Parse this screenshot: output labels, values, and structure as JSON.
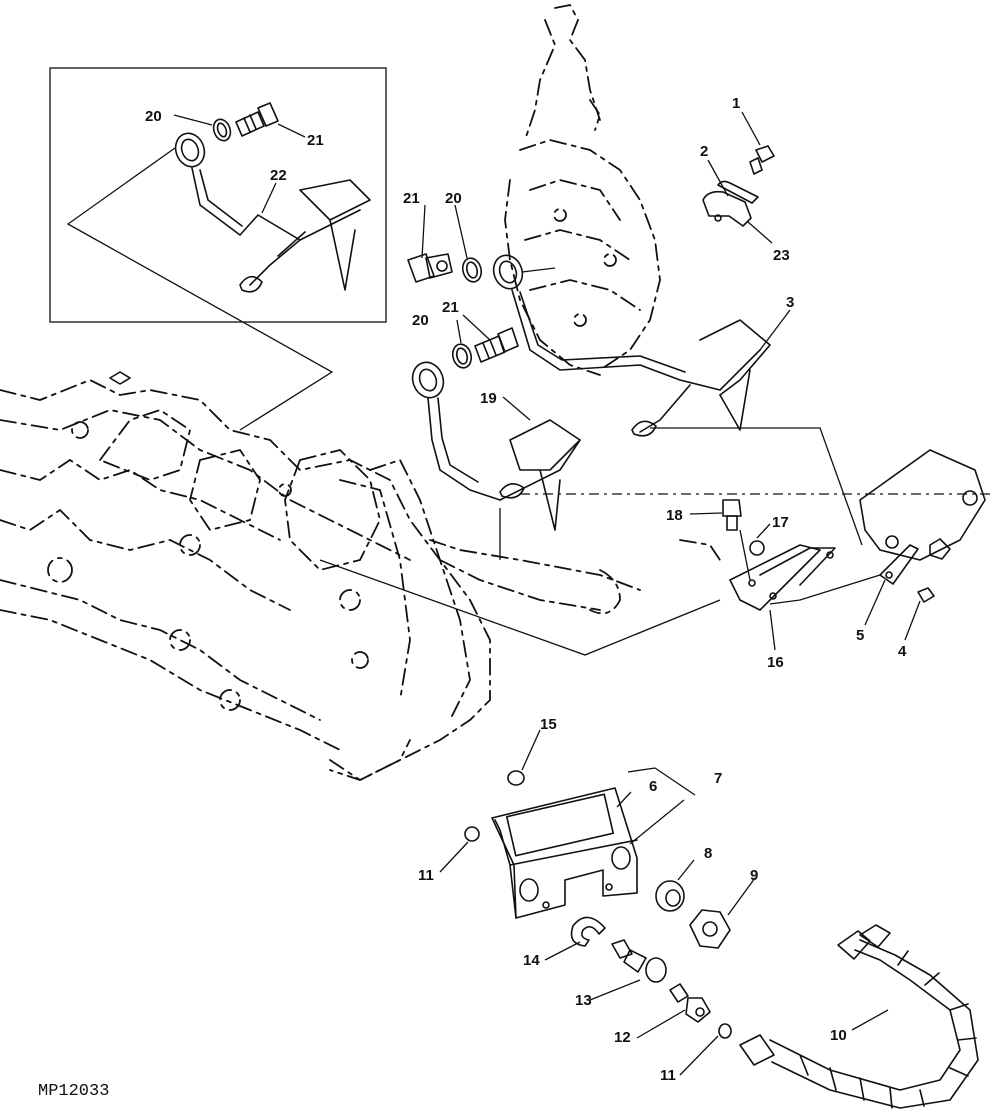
{
  "figure": {
    "id": "MP12033",
    "description": "Exploded parts diagram: hydraulic lines, brackets and fittings on tractor transmission housing",
    "inset": {
      "callouts": [
        "20",
        "21",
        "22"
      ]
    },
    "callouts": [
      {
        "id": "c1",
        "label": "1",
        "part": "cap screw"
      },
      {
        "id": "c2",
        "label": "2",
        "part": "clamp"
      },
      {
        "id": "c3",
        "label": "3",
        "part": "oil line"
      },
      {
        "id": "c4",
        "label": "4",
        "part": "cap screw"
      },
      {
        "id": "c5",
        "label": "5",
        "part": "clamp"
      },
      {
        "id": "c6",
        "label": "6",
        "part": "decal"
      },
      {
        "id": "c7",
        "label": "7",
        "part": "bracket assembly"
      },
      {
        "id": "c8",
        "label": "8",
        "part": "washer"
      },
      {
        "id": "c9",
        "label": "9",
        "part": "nut"
      },
      {
        "id": "c10",
        "label": "10",
        "part": "hose"
      },
      {
        "id": "c11a",
        "label": "11",
        "part": "o-ring"
      },
      {
        "id": "c11b",
        "label": "11",
        "part": "o-ring"
      },
      {
        "id": "c12",
        "label": "12",
        "part": "fitting"
      },
      {
        "id": "c13",
        "label": "13",
        "part": "coupler"
      },
      {
        "id": "c14",
        "label": "14",
        "part": "retaining ring"
      },
      {
        "id": "c15",
        "label": "15",
        "part": "o-ring"
      },
      {
        "id": "c16",
        "label": "16",
        "part": "bracket"
      },
      {
        "id": "c17",
        "label": "17",
        "part": "nut"
      },
      {
        "id": "c18",
        "label": "18",
        "part": "cap screw"
      },
      {
        "id": "c19",
        "label": "19",
        "part": "oil line"
      },
      {
        "id": "c20a",
        "label": "20",
        "part": "seal washer"
      },
      {
        "id": "c20b",
        "label": "20",
        "part": "seal washer"
      },
      {
        "id": "c21a",
        "label": "21",
        "part": "banjo bolt"
      },
      {
        "id": "c21b",
        "label": "21",
        "part": "banjo bolt"
      },
      {
        "id": "c23",
        "label": "23",
        "part": "clip"
      }
    ]
  }
}
